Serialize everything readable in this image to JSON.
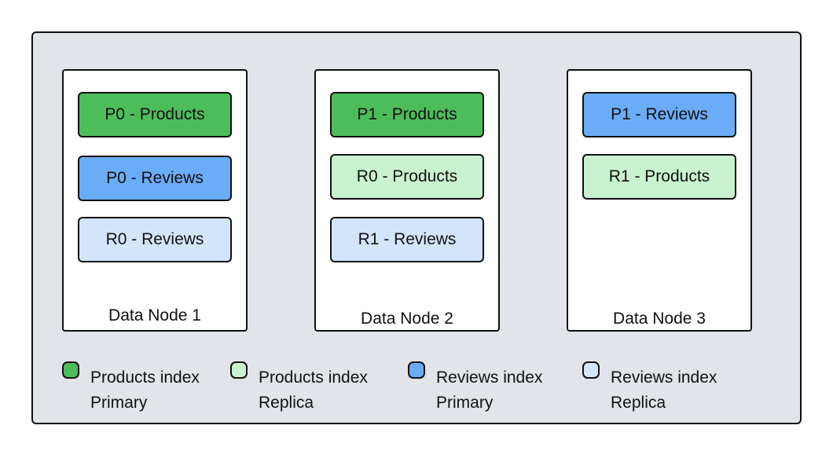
{
  "colors": {
    "products_primary": "#4dbd5b",
    "products_replica": "#c8f3ce",
    "reviews_primary": "#6aacf6",
    "reviews_replica": "#d3e5fb",
    "cluster_background": "#e1e4e8"
  },
  "nodes": [
    {
      "title": "Data Node 1",
      "shards": [
        "P0 - Products",
        "P0 - Reviews",
        "R0 - Reviews"
      ]
    },
    {
      "title": "Data Node 2",
      "shards": [
        "P1 - Products",
        "R0 - Products",
        "R1 - Reviews"
      ]
    },
    {
      "title": "Data Node 3",
      "shards": [
        "P1 - Reviews",
        "R1 - Products"
      ]
    }
  ],
  "legend": [
    {
      "label": "Products index Primary"
    },
    {
      "label": "Products index Replica"
    },
    {
      "label": "Reviews index Primary"
    },
    {
      "label": "Reviews index Replica"
    }
  ]
}
